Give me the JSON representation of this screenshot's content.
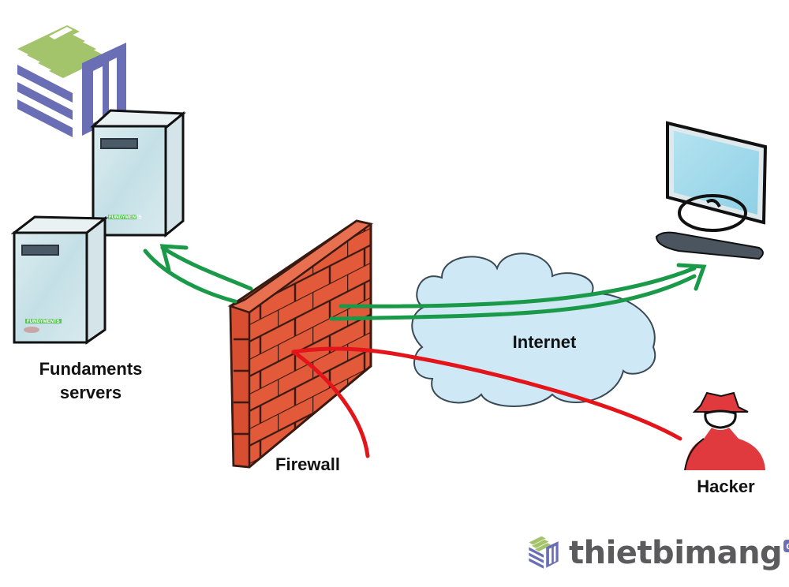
{
  "diagram": {
    "title": "Firewall network diagram",
    "nodes": {
      "servers": {
        "label": "Fundaments servers",
        "line1": "Fundaments",
        "line2": "servers",
        "badge": "FUNDYMENTS"
      },
      "firewall": {
        "label": "Firewall"
      },
      "internet": {
        "label": "Internet"
      },
      "computer": {
        "label": ""
      },
      "hacker": {
        "label": "Hacker"
      }
    },
    "edges": [
      {
        "from": "computer",
        "to": "servers",
        "via": [
          "internet",
          "firewall"
        ],
        "type": "allowed",
        "color": "#1a9a48"
      },
      {
        "from": "hacker",
        "to": "firewall",
        "via": [
          "internet"
        ],
        "type": "blocked",
        "color": "#e4141b"
      }
    ]
  },
  "branding": {
    "name": "thietbimang",
    "tld": "com"
  },
  "colors": {
    "allowed": "#1a9a48",
    "blocked": "#e4141b",
    "brick": "#e25a3a",
    "cloud": "#cfe8f6",
    "logo_green": "#a3c46a",
    "logo_purple": "#6a6fb5"
  }
}
